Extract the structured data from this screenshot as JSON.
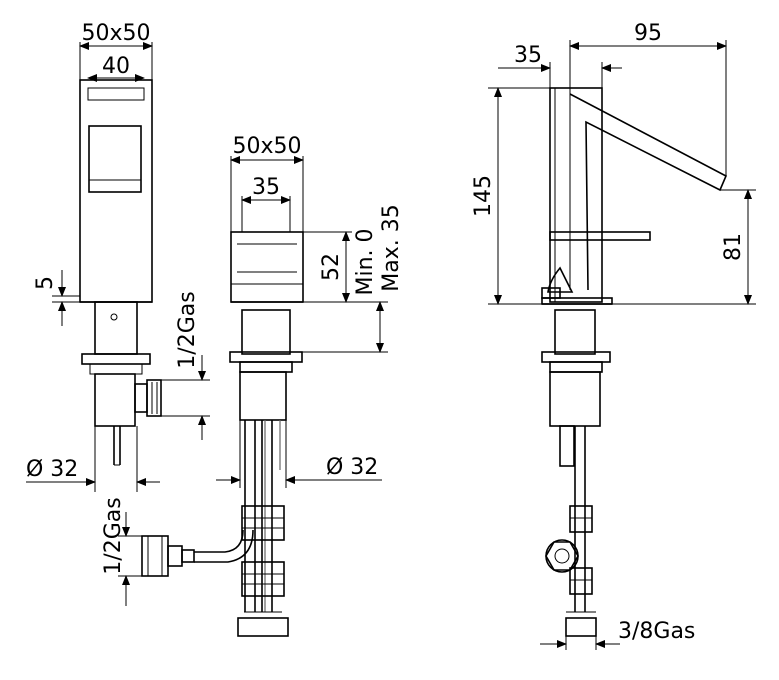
{
  "dimensions": {
    "front_body_outer": "50x50",
    "front_body_inner": "40",
    "front_gap": "5",
    "front_inlet_thread": "1/2Gas",
    "front_shank": "Ø 32",
    "front_lower_thread": "1/2Gas",
    "mid_body_outer": "50x50",
    "mid_body_inner": "35",
    "mid_height": "52",
    "mid_min": "Min. 0",
    "mid_max": "Max. 35",
    "mid_shank": "Ø 32",
    "side_base": "35",
    "side_reach": "95",
    "side_height": "145",
    "side_spout_height": "81",
    "side_outlet_thread": "3/8Gas"
  }
}
